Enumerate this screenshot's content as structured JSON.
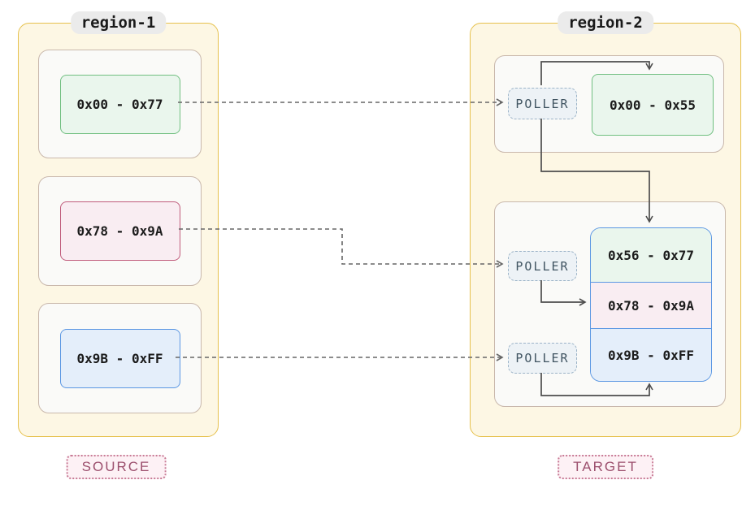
{
  "region1": {
    "label": "region-1",
    "tag": "SOURCE",
    "blocks": [
      {
        "range": "0x00 - 0x77",
        "color": "green"
      },
      {
        "range": "0x78 - 0x9A",
        "color": "pink"
      },
      {
        "range": "0x9B - 0xFF",
        "color": "blue"
      }
    ]
  },
  "region2": {
    "label": "region-2",
    "tag": "TARGET",
    "pollers": [
      "POLLER",
      "POLLER",
      "POLLER"
    ],
    "top_block": {
      "range": "0x00 - 0x55",
      "color": "green"
    },
    "stacked_blocks": [
      {
        "range": "0x56 - 0x77",
        "color": "green"
      },
      {
        "range": "0x78 - 0x9A",
        "color": "pink"
      },
      {
        "range": "0x9B - 0xFF",
        "color": "blue"
      }
    ]
  },
  "colors": {
    "region_fill": "#fdf7e4",
    "region_border": "#e6c14d",
    "pill_fill": "#ebebeb",
    "inner_fill": "#fafaf8",
    "inner_border": "#c9b8ac",
    "green_fill": "#eaf6ed",
    "green_border": "#70bf80",
    "pink_fill": "#f9edf2",
    "pink_border": "#c05c7c",
    "blue_fill": "#e4eefa",
    "blue_border": "#5b97e3",
    "poller_fill": "#edf2f6",
    "poller_border": "#9db4c8",
    "poller_text": "#3f5360",
    "tag_fill": "#fdf1f5",
    "tag_border": "#c87a95",
    "tag_text": "#9c4f6d",
    "dashed_arrow": "#666666",
    "solid_arrow": "#4d4d4d"
  }
}
